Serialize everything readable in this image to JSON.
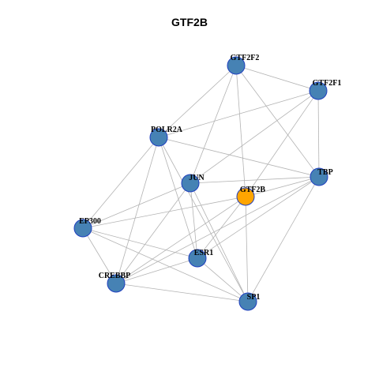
{
  "title": "GTF2B",
  "colors": {
    "node_default": "#4682b4",
    "node_focus": "#ffa500",
    "node_border": "#1f3fbf",
    "edge": "#b3b3b3"
  },
  "nodes": [
    {
      "id": "GTF2F2",
      "label": "GTF2F2",
      "focus": false
    },
    {
      "id": "GTF2F1",
      "label": "GTF2F1",
      "focus": false
    },
    {
      "id": "POLR2A",
      "label": "POLR2A",
      "focus": false
    },
    {
      "id": "TBP",
      "label": "TBP",
      "focus": false
    },
    {
      "id": "JUN",
      "label": "JUN",
      "focus": false
    },
    {
      "id": "GTF2B",
      "label": "GTF2B",
      "focus": true
    },
    {
      "id": "EP300",
      "label": "EP300",
      "focus": false
    },
    {
      "id": "ESR1",
      "label": "ESR1",
      "focus": false
    },
    {
      "id": "CREBBP",
      "label": "CREBBP",
      "focus": false
    },
    {
      "id": "SP1",
      "label": "SP1",
      "focus": false
    }
  ],
  "edges": [
    [
      "GTF2F2",
      "GTF2F1"
    ],
    [
      "GTF2F2",
      "POLR2A"
    ],
    [
      "GTF2F2",
      "JUN"
    ],
    [
      "GTF2F2",
      "GTF2B"
    ],
    [
      "GTF2F2",
      "TBP"
    ],
    [
      "GTF2F1",
      "POLR2A"
    ],
    [
      "GTF2F1",
      "JUN"
    ],
    [
      "GTF2F1",
      "GTF2B"
    ],
    [
      "GTF2F1",
      "TBP"
    ],
    [
      "POLR2A",
      "TBP"
    ],
    [
      "POLR2A",
      "EP300"
    ],
    [
      "POLR2A",
      "CREBBP"
    ],
    [
      "POLR2A",
      "ESR1"
    ],
    [
      "POLR2A",
      "SP1"
    ],
    [
      "JUN",
      "TBP"
    ],
    [
      "JUN",
      "EP300"
    ],
    [
      "JUN",
      "CREBBP"
    ],
    [
      "JUN",
      "ESR1"
    ],
    [
      "JUN",
      "SP1"
    ],
    [
      "GTF2B",
      "TBP"
    ],
    [
      "GTF2B",
      "EP300"
    ],
    [
      "GTF2B",
      "CREBBP"
    ],
    [
      "GTF2B",
      "ESR1"
    ],
    [
      "GTF2B",
      "SP1"
    ],
    [
      "TBP",
      "ESR1"
    ],
    [
      "TBP",
      "SP1"
    ],
    [
      "TBP",
      "CREBBP"
    ],
    [
      "EP300",
      "ESR1"
    ],
    [
      "EP300",
      "CREBBP"
    ],
    [
      "EP300",
      "SP1"
    ],
    [
      "ESR1",
      "CREBBP"
    ],
    [
      "ESR1",
      "SP1"
    ],
    [
      "CREBBP",
      "SP1"
    ]
  ]
}
